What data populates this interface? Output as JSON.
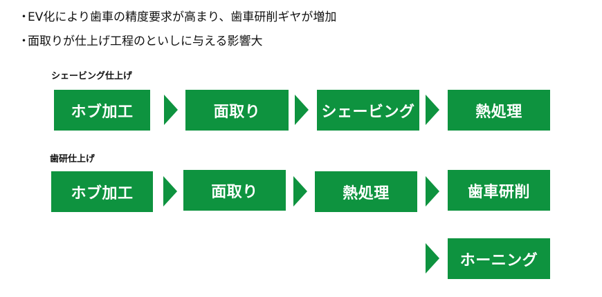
{
  "bullets": [
    "EV化により歯車の精度要求が高まり、歯車研削ギヤが増加",
    "面取りが仕上げ工程のといしに与える影響大"
  ],
  "bullet_marker": "・",
  "sections": [
    {
      "label": "シェービング仕上げ",
      "steps": [
        "ホブ加工",
        "面取り",
        "シェービング",
        "熱処理"
      ]
    },
    {
      "label": "歯研仕上げ",
      "steps": [
        "ホブ加工",
        "面取り",
        "熱処理",
        "歯車研削"
      ],
      "extra_step": "ホーニング"
    }
  ],
  "colors": {
    "box_fill": "#0e933f",
    "box_text": "#ffffff",
    "text": "#111111"
  }
}
